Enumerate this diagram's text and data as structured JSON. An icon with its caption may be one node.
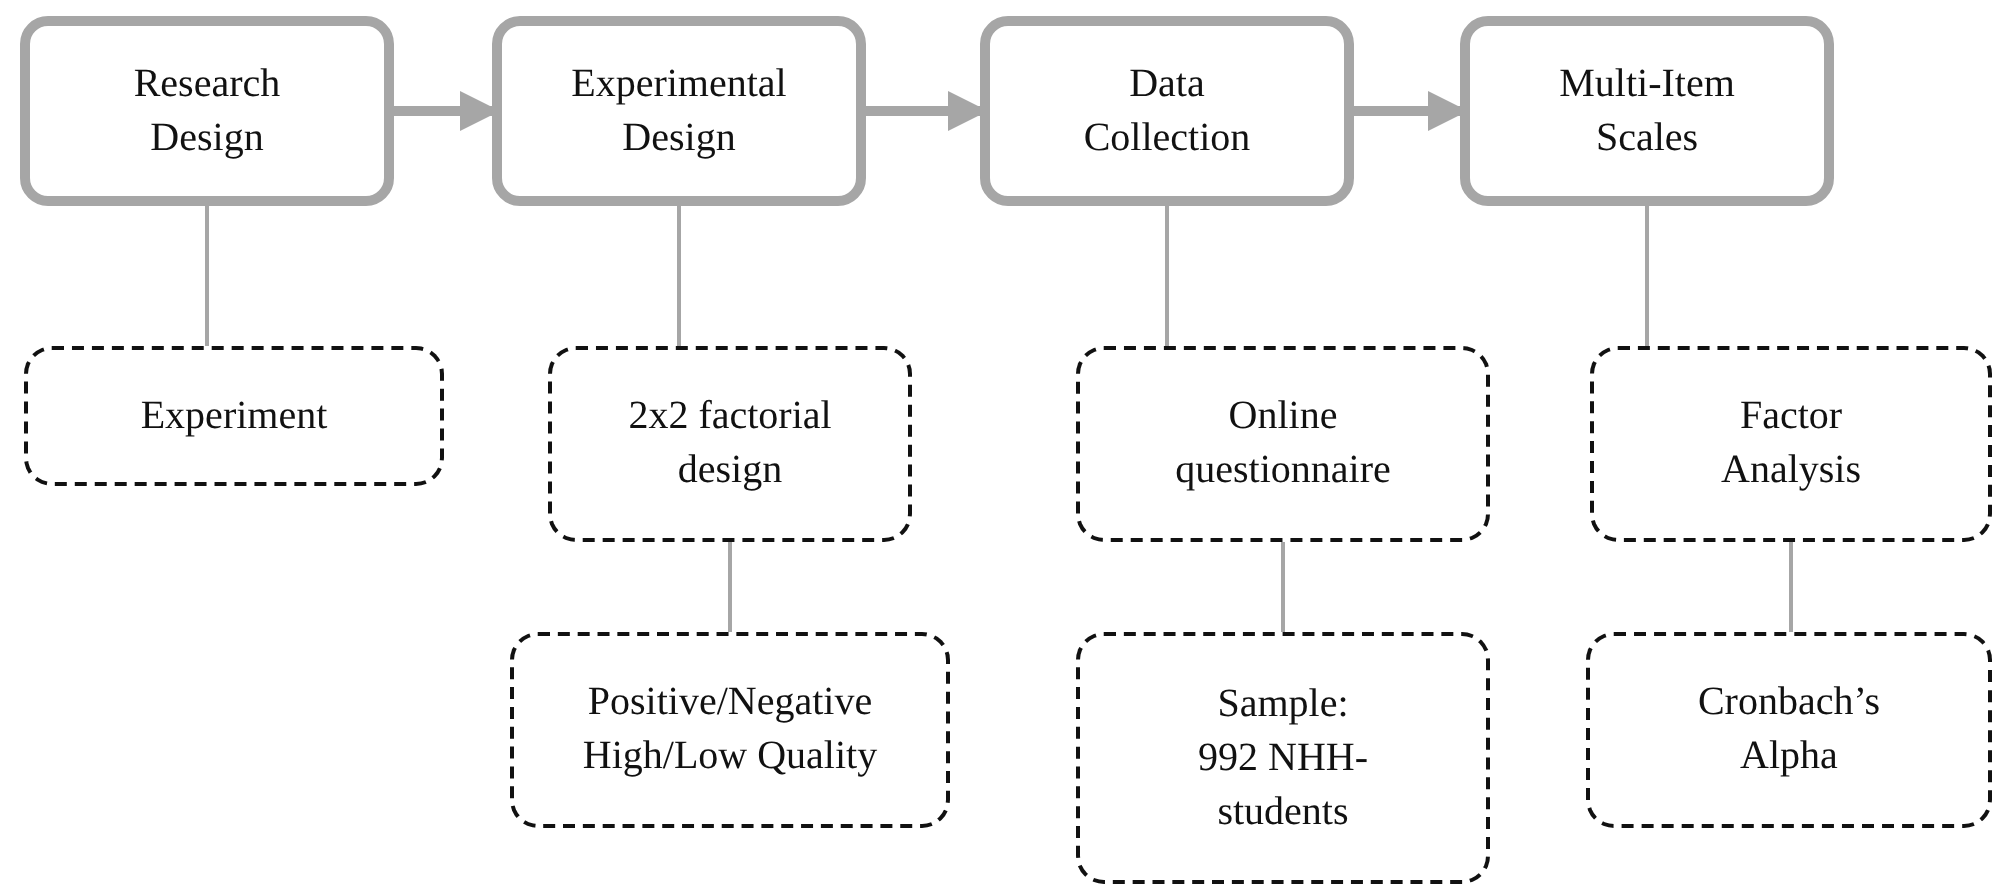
{
  "diagram": {
    "nodes": [
      {
        "text": [
          "Research Design"
        ]
      },
      {
        "text": [
          "Experimental Design"
        ]
      },
      {
        "text": [
          "Data Collection"
        ]
      },
      {
        "text": [
          "Multi-Item Scales"
        ]
      },
      {
        "text": [
          "Experiment"
        ]
      },
      {
        "text": [
          "2x2 factorial design"
        ]
      },
      {
        "text": [
          "Positive/Negative High/Low Quality"
        ]
      },
      {
        "text": [
          "Online questionnaire"
        ]
      },
      {
        "text": [
          "Sample: 992 NHH-students"
        ]
      },
      {
        "text": [
          "Factor Analysis"
        ]
      },
      {
        "text": [
          "Cronbach’s Alpha"
        ]
      }
    ],
    "edges": [
      {
        "from": 0,
        "to": 1,
        "arrow": "to",
        "style": "thick"
      },
      {
        "from": 1,
        "to": 2,
        "arrow": "to",
        "style": "thick"
      },
      {
        "from": 2,
        "to": 3,
        "arrow": "to",
        "style": "thick"
      },
      {
        "from": 0,
        "to": 4,
        "arrow": "none"
      },
      {
        "from": 1,
        "to": 5,
        "arrow": "none"
      },
      {
        "from": 5,
        "to": 6,
        "arrow": "none"
      },
      {
        "from": 2,
        "to": 7,
        "arrow": "none"
      },
      {
        "from": 7,
        "to": 8,
        "arrow": "none"
      },
      {
        "from": 3,
        "to": 9,
        "arrow": "none"
      },
      {
        "from": 9,
        "to": 10,
        "arrow": "none"
      }
    ]
  }
}
